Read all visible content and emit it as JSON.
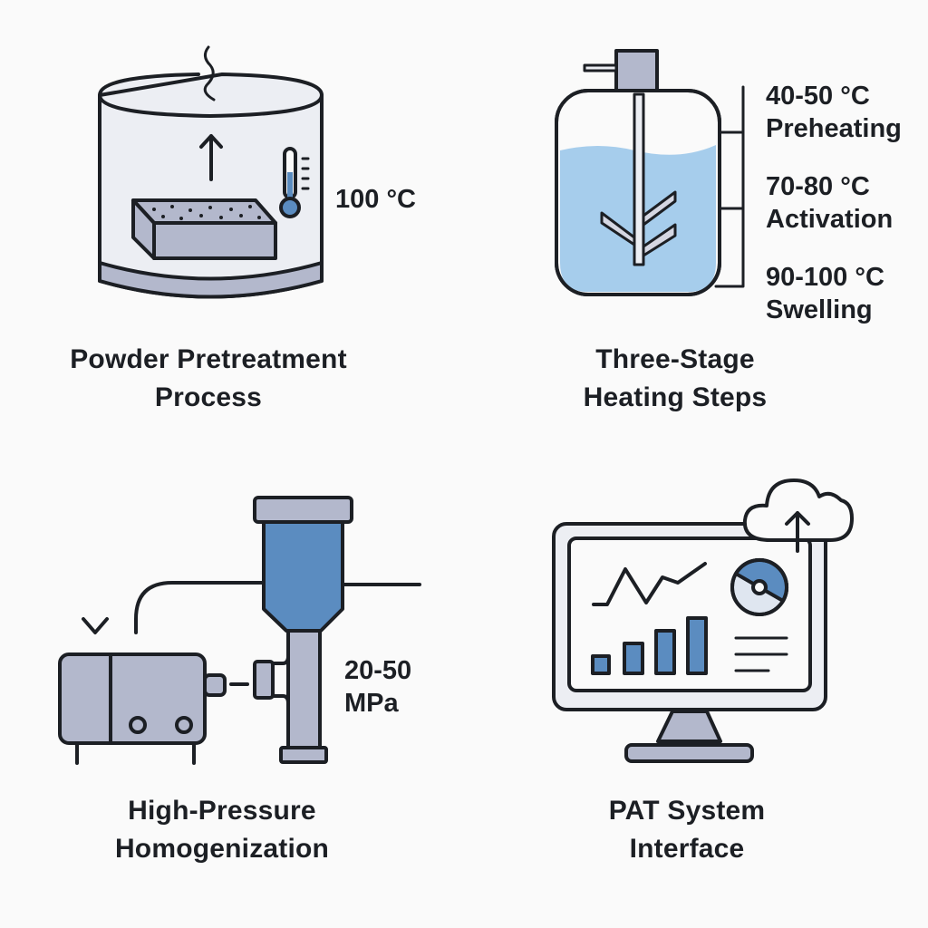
{
  "panels": {
    "pretreatment": {
      "title_line1": "Powder Pretreatment",
      "title_line2": "Process",
      "temperature": "100 °C"
    },
    "heating": {
      "title_line1": "Three-Stage",
      "title_line2": "Heating Steps",
      "stages": [
        {
          "range": "40-50 °C",
          "name": "Preheating"
        },
        {
          "range": "70-80 °C",
          "name": "Activation"
        },
        {
          "range": "90-100 °C",
          "name": "Swelling"
        }
      ]
    },
    "homogenization": {
      "title_line1": "High-Pressure",
      "title_line2": "Homogenization",
      "pressure_line1": "20-50",
      "pressure_line2": "MPa"
    },
    "pat": {
      "title_line1": "PAT System",
      "title_line2": "Interface"
    }
  },
  "colors": {
    "outline": "#1c1f24",
    "steel": "#b3b8cc",
    "blue": "#5b8cc0",
    "liquid": "#a6cdec",
    "light": "#eceef3"
  }
}
